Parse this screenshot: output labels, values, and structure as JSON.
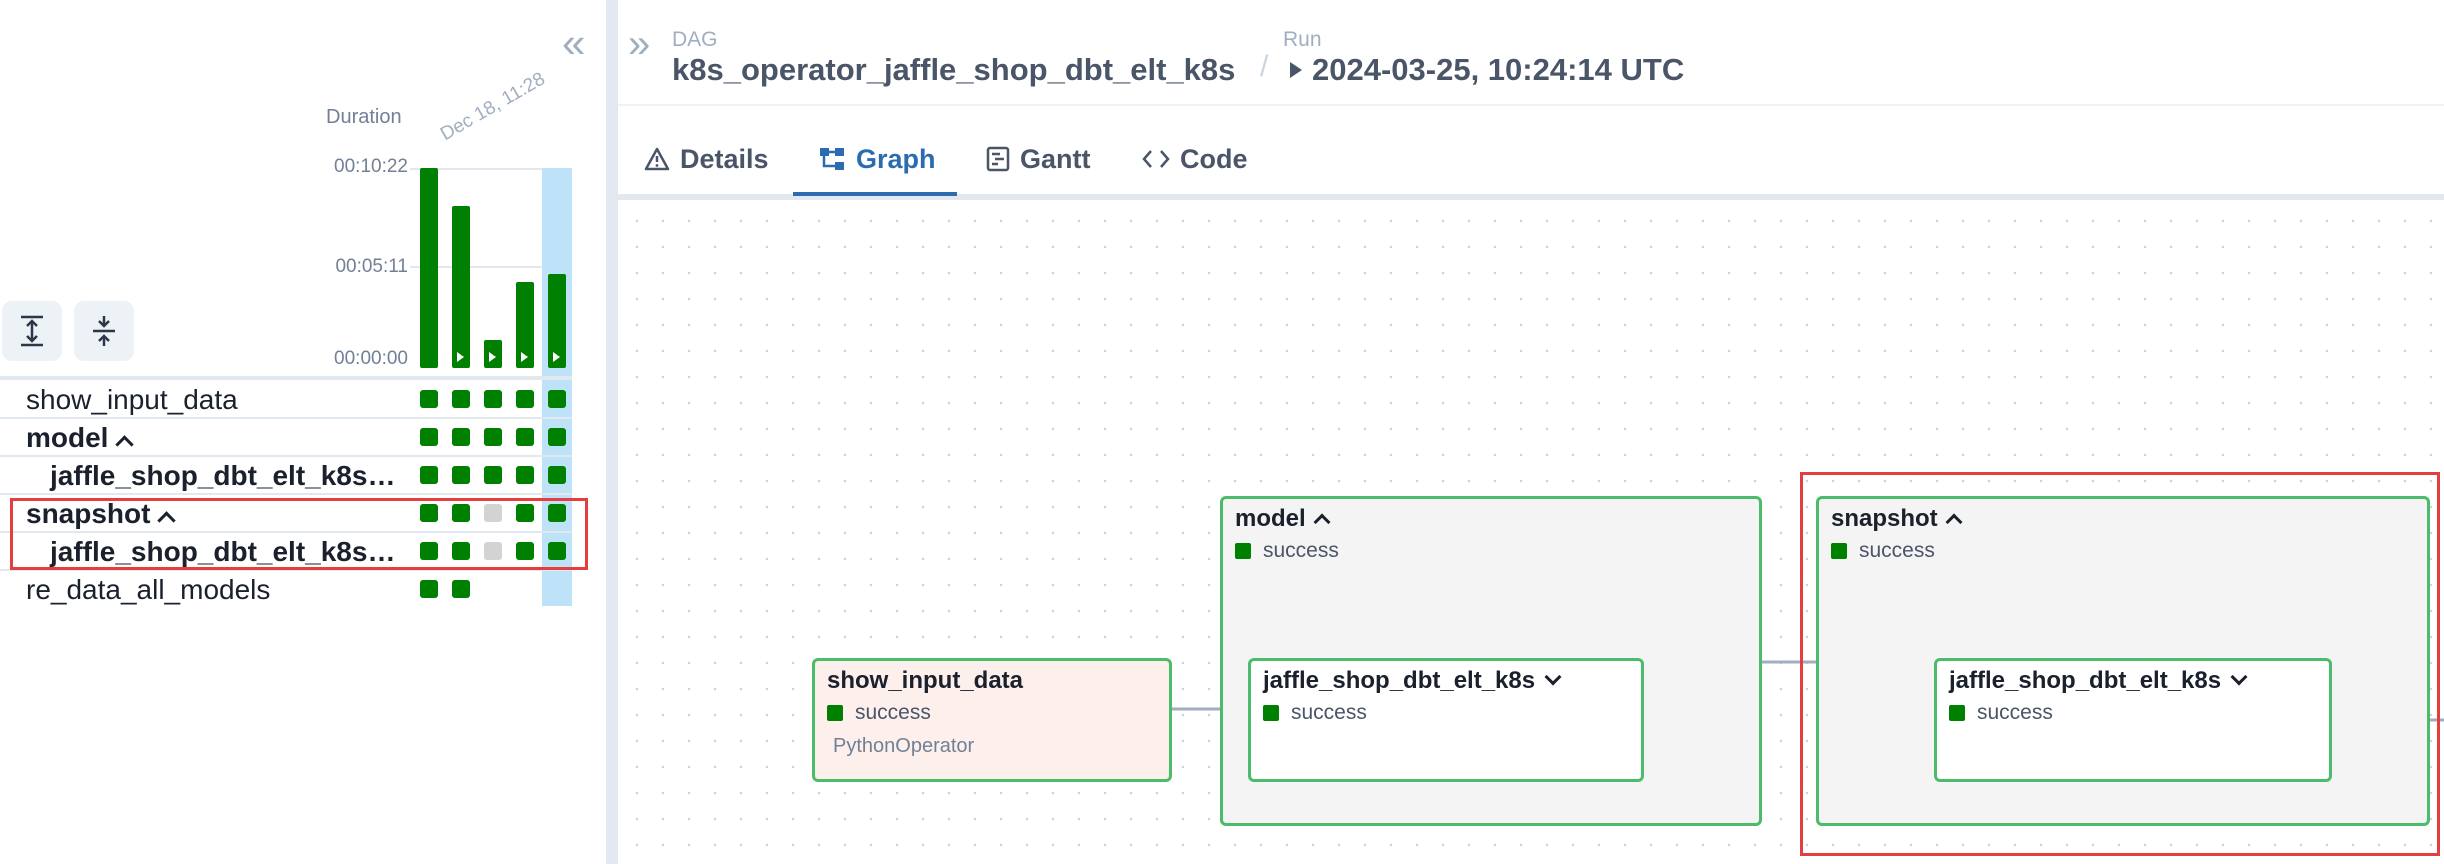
{
  "grid": {
    "duration_label": "Duration",
    "date_label": "Dec 18, 11:28",
    "ticks": [
      "00:10:22",
      "00:05:11",
      "00:00:00"
    ],
    "runs_duration_fraction": [
      1.0,
      0.81,
      0.14,
      0.43,
      0.47
    ],
    "tasks": [
      {
        "name": "show_input_data",
        "bold": false,
        "indent": false,
        "expandable": false,
        "states": [
          "success",
          "success",
          "success",
          "success",
          "success"
        ]
      },
      {
        "name": "model",
        "bold": true,
        "indent": false,
        "expandable": true,
        "states": [
          "success",
          "success",
          "success",
          "success",
          "success"
        ]
      },
      {
        "name": "jaffle_shop_dbt_elt_k8s…",
        "bold": true,
        "indent": true,
        "expandable": false,
        "states": [
          "success",
          "success",
          "success",
          "success",
          "success"
        ]
      },
      {
        "name": "snapshot",
        "bold": true,
        "indent": false,
        "expandable": true,
        "states": [
          "success",
          "success",
          "none",
          "success",
          "success"
        ]
      },
      {
        "name": "jaffle_shop_dbt_elt_k8s…",
        "bold": true,
        "indent": true,
        "expandable": false,
        "states": [
          "success",
          "success",
          "none",
          "success",
          "success"
        ]
      },
      {
        "name": "re_data_all_models",
        "bold": false,
        "indent": false,
        "expandable": false,
        "states": [
          "success",
          "success"
        ]
      }
    ]
  },
  "header": {
    "dag_label": "DAG",
    "dag_id": "k8s_operator_jaffle_shop_dbt_elt_k8s",
    "separator": "/",
    "run_label": "Run",
    "run_id": "2024-03-25, 10:24:14 UTC"
  },
  "tabs": [
    {
      "label": "Details",
      "icon": "warning-icon"
    },
    {
      "label": "Graph",
      "icon": "graph-icon"
    },
    {
      "label": "Gantt",
      "icon": "gantt-icon"
    },
    {
      "label": "Code",
      "icon": "code-icon"
    }
  ],
  "active_tab": "Graph",
  "graph": {
    "show_input_data": {
      "title": "show_input_data",
      "status": "success",
      "operator": "PythonOperator"
    },
    "model_group": {
      "title": "model",
      "status": "success"
    },
    "model_task": {
      "title": "jaffle_shop_dbt_elt_k8s",
      "status": "success"
    },
    "snapshot_group": {
      "title": "snapshot",
      "status": "success"
    },
    "snapshot_task": {
      "title": "jaffle_shop_dbt_elt_k8s",
      "status": "success"
    }
  },
  "colors": {
    "success": "#008000",
    "no_status": "#d3d3d3",
    "highlight": "#e53e3e",
    "selected_run": "#bee3f8"
  }
}
